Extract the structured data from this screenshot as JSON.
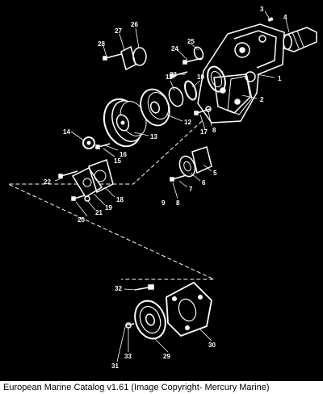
{
  "caption": "European Marine Catalog v1.61 (Image Copyright- Mercury Marine)",
  "callouts": [
    "1",
    "2",
    "3",
    "4",
    "5",
    "6",
    "7",
    "8",
    "9",
    "10",
    "11",
    "12",
    "13",
    "14",
    "15",
    "16",
    "17",
    "18",
    "19",
    "20",
    "21",
    "22",
    "23",
    "24",
    "25",
    "26",
    "27",
    "28",
    "29",
    "30",
    "31",
    "32",
    "33"
  ],
  "colors": {
    "background": "#000000",
    "ink": "#ffffff",
    "caption_bg": "#ffffff",
    "caption_text": "#000000"
  }
}
